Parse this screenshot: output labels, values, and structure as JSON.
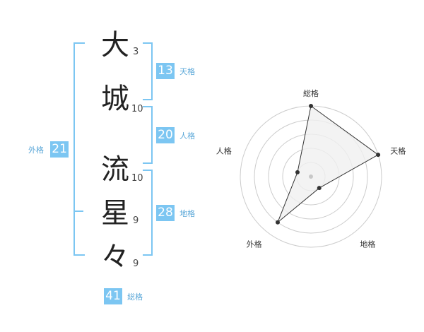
{
  "name": {
    "chars": [
      {
        "char": "大",
        "strokes": "3"
      },
      {
        "char": "城",
        "strokes": "10"
      },
      {
        "char": "流",
        "strokes": "10"
      },
      {
        "char": "星",
        "strokes": "9"
      },
      {
        "char": "々",
        "strokes": "9"
      }
    ]
  },
  "fortunes": {
    "ten": {
      "value": "13",
      "label": "天格"
    },
    "jin": {
      "value": "20",
      "label": "人格"
    },
    "chi": {
      "value": "28",
      "label": "地格"
    },
    "gai": {
      "value": "21",
      "label": "外格"
    },
    "sou": {
      "value": "41",
      "label": "総格"
    }
  },
  "chart_data": {
    "type": "radar",
    "axes": [
      "総格",
      "天格",
      "地格",
      "外格",
      "人格"
    ],
    "values": [
      5,
      5,
      1,
      4,
      1
    ],
    "max": 5,
    "rings": 5,
    "colors": {
      "fill": "#f0f0f0",
      "line": "#333333",
      "ring": "#cccccc",
      "point": "#333333"
    }
  }
}
